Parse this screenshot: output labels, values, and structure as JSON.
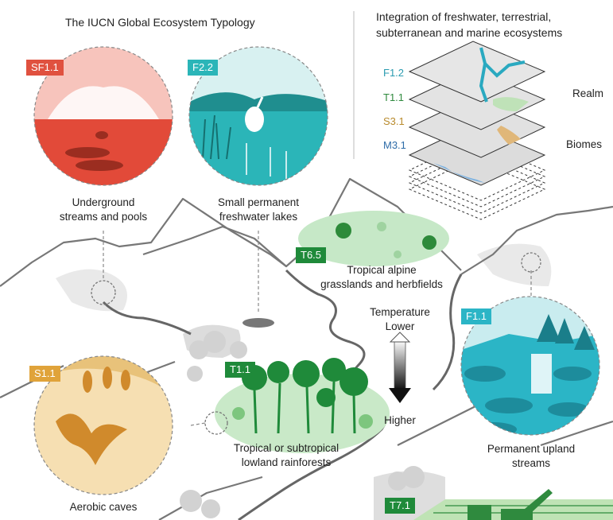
{
  "title": "The IUCN Global Ecosystem Typology",
  "integration_title_line1": "Integration of freshwater, terrestrial,",
  "integration_title_line2": "subterranean and marine ecosystems",
  "layers": [
    {
      "code": "F1.2",
      "color": "#2a9bb0"
    },
    {
      "code": "T1.1",
      "color": "#2f8a3e"
    },
    {
      "code": "S3.1",
      "color": "#b88a2c"
    },
    {
      "code": "M3.1",
      "color": "#2e6ca8"
    }
  ],
  "realm_label": "Realm",
  "biomes_label": "Biomes",
  "temperature_line1": "Temperature",
  "temperature_line2": "Lower",
  "temperature_higher": "Higher",
  "ecosystems": [
    {
      "code": "SF1.1",
      "line1": "Underground",
      "line2": "streams and pools",
      "color": "#e0513f"
    },
    {
      "code": "F2.2",
      "line1": "Small permanent",
      "line2": "freshwater lakes",
      "color": "#2bb5b8"
    },
    {
      "code": "T6.5",
      "line1": "Tropical alpine",
      "line2": "grasslands and herbfields",
      "color": "#1f8a3a"
    },
    {
      "code": "F1.1",
      "line1": "Permanent upland",
      "line2": "streams",
      "color": "#2bb5c6"
    },
    {
      "code": "S1.1",
      "line1": "Aerobic caves",
      "line2": "",
      "color": "#e0a33a"
    },
    {
      "code": "T1.1",
      "line1": "Tropical or subtropical",
      "line2": "lowland rainforests",
      "color": "#1f8a3a"
    },
    {
      "code": "T7.1",
      "line1": "",
      "line2": "",
      "color": "#1f8a3a"
    }
  ]
}
